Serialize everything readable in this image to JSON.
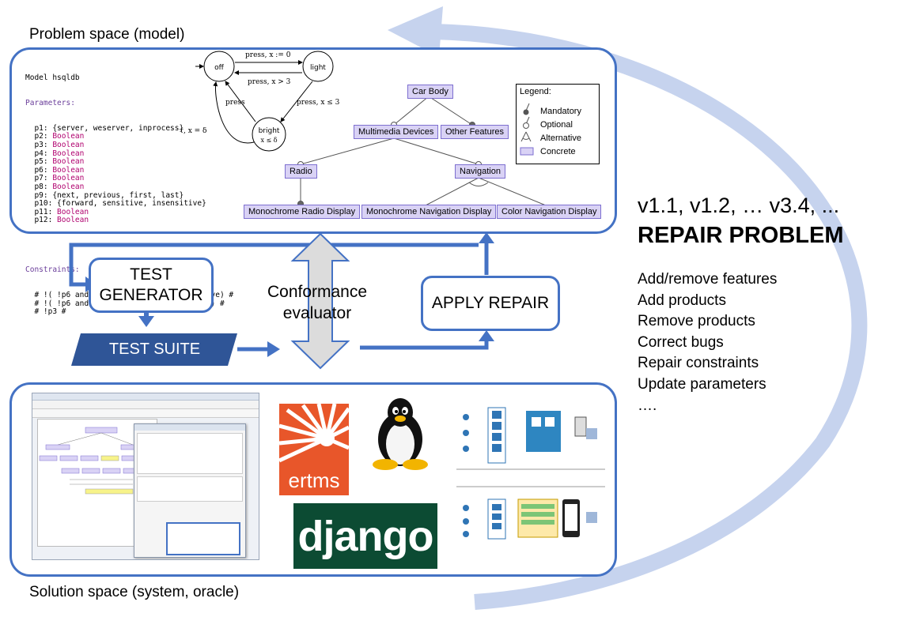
{
  "titles": {
    "problem_space": "Problem space (model)",
    "solution_space": "Solution space (system, oracle)"
  },
  "model_text": {
    "header": "Model hsqldb",
    "parameters_label": "Parameters:",
    "params": [
      {
        "name": "p1:",
        "value": "{server, weserver, inprocess}"
      },
      {
        "name": "p2:",
        "value": "Boolean"
      },
      {
        "name": "p3:",
        "value": "Boolean"
      },
      {
        "name": "p4:",
        "value": "Boolean"
      },
      {
        "name": "p5:",
        "value": "Boolean"
      },
      {
        "name": "p6:",
        "value": "Boolean"
      },
      {
        "name": "p7:",
        "value": "Boolean"
      },
      {
        "name": "p8:",
        "value": "Boolean"
      },
      {
        "name": "p9:",
        "value": "{next, previous, first, last}"
      },
      {
        "name": "p10:",
        "value": "{forward, sensitive, insensitive}"
      },
      {
        "name": "p11:",
        "value": "Boolean"
      },
      {
        "name": "p12:",
        "value": "Boolean"
      }
    ],
    "constraints_label": "Constraints:",
    "constraints": [
      "# !( !p6 and p9=first and p10=insensitive) #",
      "# !( !p6 and p9=first and p10=sensitive) #",
      "# !p3 #"
    ]
  },
  "state_machine": {
    "states": [
      "off",
      "light",
      "bright"
    ],
    "bright_sub": "x ≤ δ",
    "transitions": [
      "press, x := 0",
      "press, x > 3",
      "press, x ≤ 3",
      "press",
      "τ, x = δ"
    ]
  },
  "feature_model": {
    "root": "Car Body",
    "level1": [
      "Multimedia Devices",
      "Other Features"
    ],
    "level2": [
      "Radio",
      "Navigation"
    ],
    "level3": [
      "Monochrome Radio Display",
      "Monochrome Navigation Display",
      "Color Navigation Display"
    ],
    "legend": {
      "title": "Legend:",
      "items": [
        "Mandatory",
        "Optional",
        "Alternative",
        "Concrete"
      ]
    }
  },
  "flow": {
    "test_generator": "TEST GENERATOR",
    "test_suite": "TEST SUITE",
    "conformance": "Conformance evaluator",
    "apply_repair": "APPLY REPAIR"
  },
  "repair": {
    "versions": "v1.1, v1.2, … v3.4, ...",
    "title": "REPAIR PROBLEM",
    "items": [
      "Add/remove features",
      "Add products",
      "Remove products",
      "Correct bugs",
      "Repair constraints",
      "Update parameters",
      "…."
    ]
  },
  "logos": {
    "ertms": "ertms",
    "django": "django"
  },
  "colors": {
    "accent": "#4472c4",
    "arc": "#c6d3ee",
    "feature_fill": "#d9d2f5",
    "test_suite": "#2f5597",
    "ertms": "#e8562a",
    "django": "#0c4b33"
  }
}
